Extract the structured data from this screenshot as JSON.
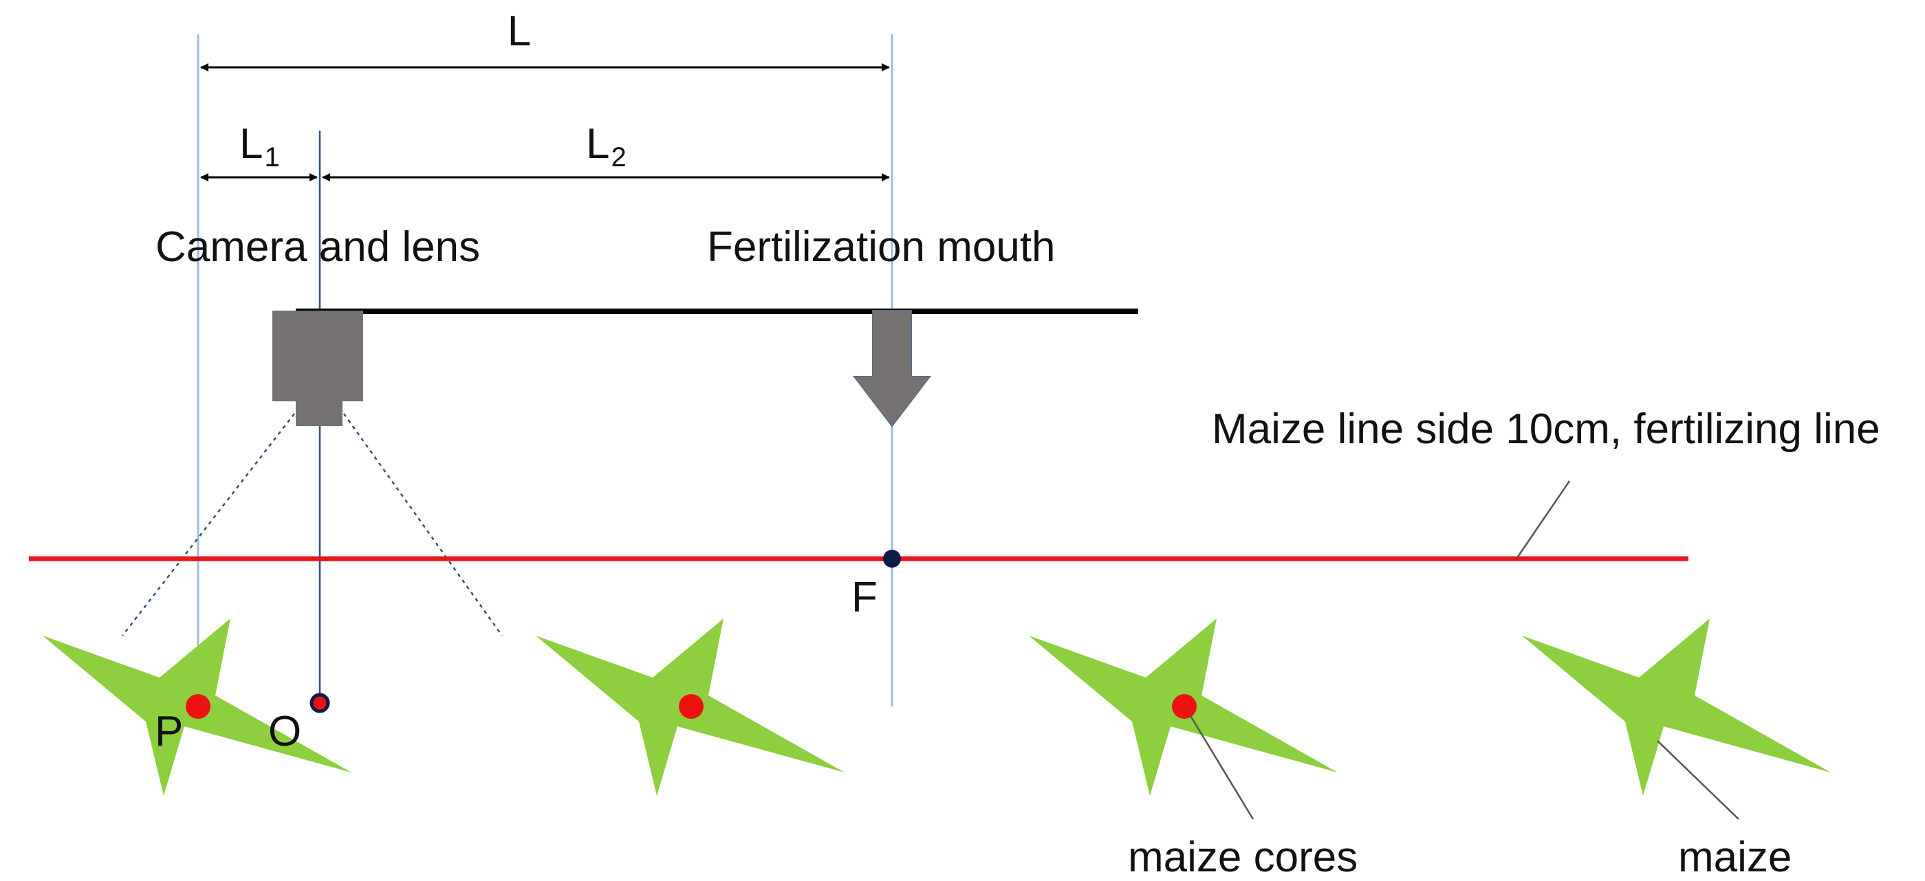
{
  "labels": {
    "L": "L",
    "L1_main": "L",
    "L1_sub": "1",
    "L2_main": "L",
    "L2_sub": "2",
    "camera": "Camera and lens",
    "fertilization_mouth": "Fertilization mouth",
    "fertilizing_line": "Maize line side 10cm, fertilizing line",
    "point_F": "F",
    "point_P": "P",
    "point_O": "O",
    "maize_cores": "maize cores",
    "maize": "maize"
  },
  "colors": {
    "fertilizing_line": "#e8161e",
    "maize_leaf": "#8dcf3f",
    "maize_core": "#ee1111",
    "camera_body": "#767171",
    "guide_line": "#9dbbe0",
    "point_marker": "#0d1b4a",
    "ink": "#000000"
  }
}
